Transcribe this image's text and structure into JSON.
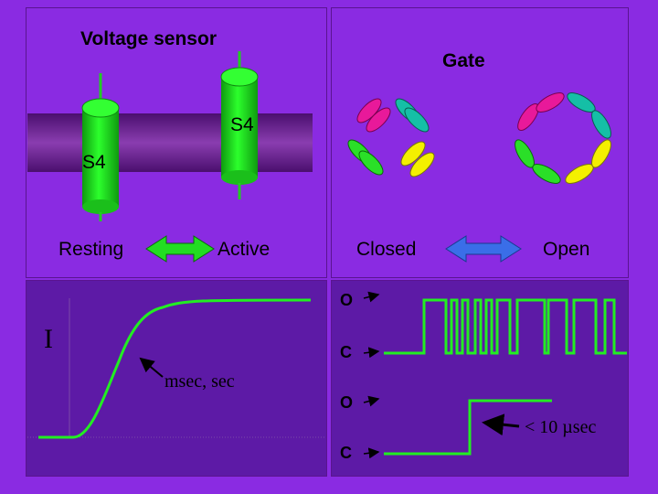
{
  "voltage_sensor": {
    "title": "Voltage sensor",
    "s4_left": "S4",
    "s4_right": "S4"
  },
  "gate": {
    "title": "Gate"
  },
  "states_left": {
    "resting": "Resting",
    "active": "Active"
  },
  "states_right": {
    "closed": "Closed",
    "open": "Open"
  },
  "current_plot": {
    "y_label": "I",
    "time_label": "msec, sec"
  },
  "channel_traces": {
    "labels": [
      "O",
      "C",
      "O",
      "C"
    ],
    "timescale_label": "< 10 µsec"
  },
  "colors": {
    "background": "#8a2be2",
    "membrane": "#6a1f8e",
    "helix": "#22dd22",
    "trace": "#22ee22",
    "double_arrow_left": "#22dd22",
    "double_arrow_right": "#3a6ee8",
    "subunit_colors": [
      "#e8199a",
      "#15bfa6",
      "#2adf28",
      "#f4f000"
    ]
  }
}
